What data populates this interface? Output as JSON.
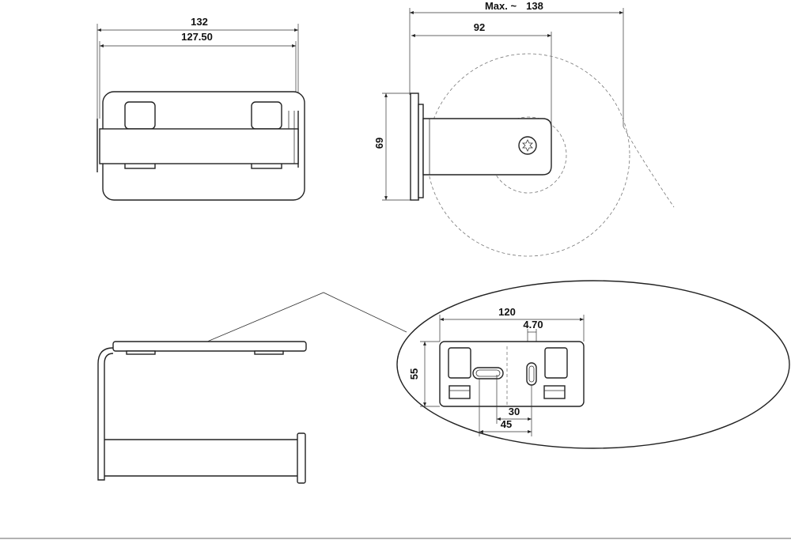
{
  "dimensions": {
    "front_width_total": "132",
    "front_width_inner": "127.50",
    "side_max_label": "Max. ~",
    "side_max_value": "138",
    "side_arm_length": "92",
    "side_height": "69",
    "detail_width": "120",
    "detail_slot_width": "4.70",
    "detail_height": "55",
    "detail_spacing_small": "30",
    "detail_spacing_large": "45"
  }
}
